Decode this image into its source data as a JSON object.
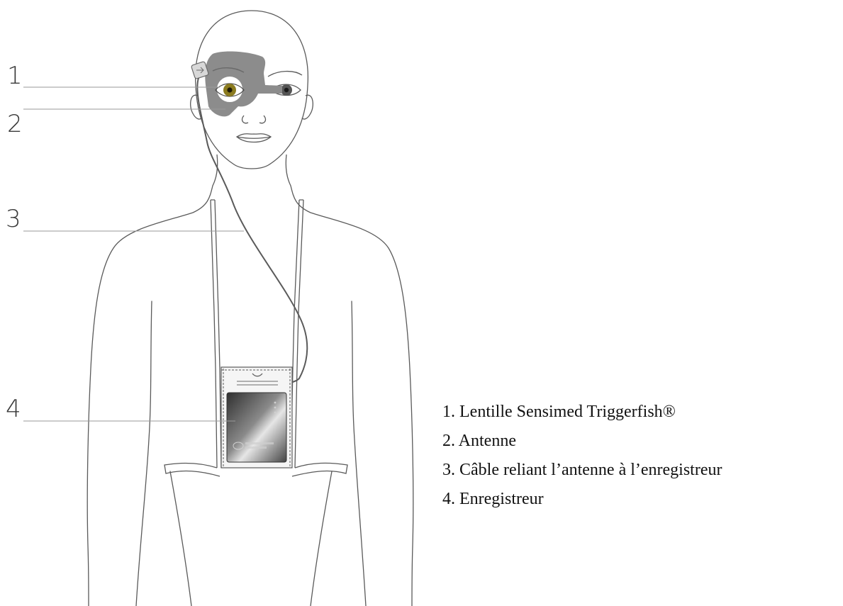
{
  "callouts": {
    "n1": "1",
    "n2": "2",
    "n3": "3",
    "n4": "4"
  },
  "legend": [
    "1. Lentille Sensimed Triggerfish®",
    "2. Antenne",
    "3. Câble reliant l’antenne à l’enregistreur",
    "4. Enregistreur"
  ],
  "colors": {
    "outline": "#5a5a5a",
    "antenna": "#8c8c8c",
    "iris": "#8a7a1e",
    "leader": "#9a9a9a"
  },
  "icons": [
    "human-figure-illustration",
    "antenna-patch-icon",
    "recorder-device-icon"
  ]
}
